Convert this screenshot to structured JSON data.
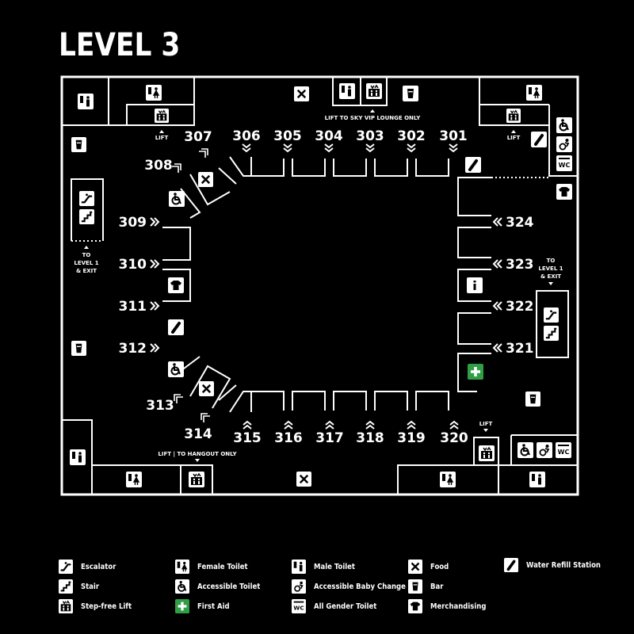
{
  "title": "LEVEL 3",
  "colors": {
    "background": "#000000",
    "lines": "#ffffff",
    "first_aid": "#2f9e44"
  },
  "sections_top": [
    "306",
    "305",
    "304",
    "303",
    "302",
    "301"
  ],
  "sections_bottom": [
    "315",
    "316",
    "317",
    "318",
    "319",
    "320"
  ],
  "sections_left": [
    "309",
    "310",
    "311",
    "312"
  ],
  "sections_right": [
    "324",
    "323",
    "322",
    "321"
  ],
  "sections_corner": {
    "s307": "307",
    "s308": "308",
    "s313": "313",
    "s314": "314"
  },
  "notes": {
    "lift_sky_vip": "LIFT TO SKY VIP LOUNGE ONLY",
    "lift_hangout": "LIFT | TO HANGOUT ONLY",
    "lift": "LIFT",
    "to": "TO",
    "level1": "LEVEL 1",
    "exit": "& EXIT"
  },
  "legend": [
    {
      "icon": "escalator-icon",
      "label": "Escalator"
    },
    {
      "icon": "stair-icon",
      "label": "Stair"
    },
    {
      "icon": "step-free-lift-icon",
      "label": "Step-free Lift"
    },
    {
      "icon": "female-toilet-icon",
      "label": "Female Toilet"
    },
    {
      "icon": "accessible-toilet-icon",
      "label": "Accessible Toilet"
    },
    {
      "icon": "first-aid-icon",
      "label": "First Aid"
    },
    {
      "icon": "male-toilet-icon",
      "label": "Male Toilet"
    },
    {
      "icon": "accessible-baby-change-icon",
      "label": "Accessible Baby Change"
    },
    {
      "icon": "all-gender-toilet-icon",
      "label": "All Gender Toilet"
    },
    {
      "icon": "food-icon",
      "label": "Food"
    },
    {
      "icon": "bar-icon",
      "label": "Bar"
    },
    {
      "icon": "merchandising-icon",
      "label": "Merchandising"
    },
    {
      "icon": "water-refill-icon",
      "label": "Water Refill Station"
    }
  ]
}
